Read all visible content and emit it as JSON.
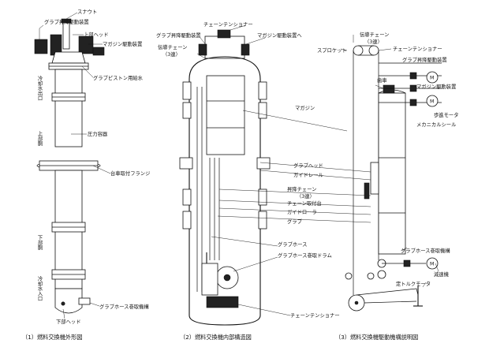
{
  "fig1": {
    "caption": "（1）燃料交換機外形図",
    "labels": {
      "grab_lift_drive": "グラブ昇降駆動装置",
      "snout": "スナウト",
      "upper_head": "上部ヘッド",
      "magazine_drive": "マガジン駆動装置",
      "grab_piston_water": "グラブピストン用給水",
      "pressure_vessel": "圧力容器",
      "carriage_flange": "台車取付フランジ",
      "coolant_outlet": "冷却水出口",
      "upper_part": "上部胴",
      "lower_part": "下部胴",
      "coolant_inlet": "冷却水入口",
      "lower_head": "下部ヘッド",
      "grab_hose_winder": "グラブホース巻取機構"
    }
  },
  "fig2": {
    "caption": "（2）燃料交換機内部構造図",
    "labels": {
      "chain_tensioner_top": "チェーンテンショナー",
      "grab_lift_drive": "グラブ昇降駆動装置",
      "magazine_drive": "マガジン駆動装置へ",
      "drive_chain": "伝導チェーン",
      "drive_chain_sub": "（3連）",
      "magazine": "マガジン",
      "grab_head": "グラブヘッド",
      "guide_rail": "ガイドレール",
      "lift_chain": "昇降チェーン",
      "lift_chain_sub": "（3連）",
      "chain_mount": "チェーン取付台",
      "guide_roller": "ガイドローラ",
      "grab": "グラブ",
      "grab_hose": "グラブホース",
      "grab_hose_drum": "グラブホース巻取ドラム",
      "chain_tensioner_bottom": "チェーンテンショナー"
    }
  },
  "fig3": {
    "caption": "（3）燃料交換機駆動機構説明図",
    "labels": {
      "drive_chain": "伝導チェーン",
      "drive_chain_sub": "（3連）",
      "sprocket": "スプロケット",
      "chain_tensioner": "チェーンテンショナー",
      "grab_lift_drive": "グラブ昇降駆動装置",
      "gear": "歯車",
      "magazine_drive": "マガジン駆動装置",
      "stepping_motor": "歩進モータ",
      "mechanical_seal": "メカニカルシール",
      "grab_hose_winder": "グラブホース巻取機構",
      "reducer": "減速機",
      "torque_motor": "定トルクモータ",
      "M": "M"
    }
  }
}
